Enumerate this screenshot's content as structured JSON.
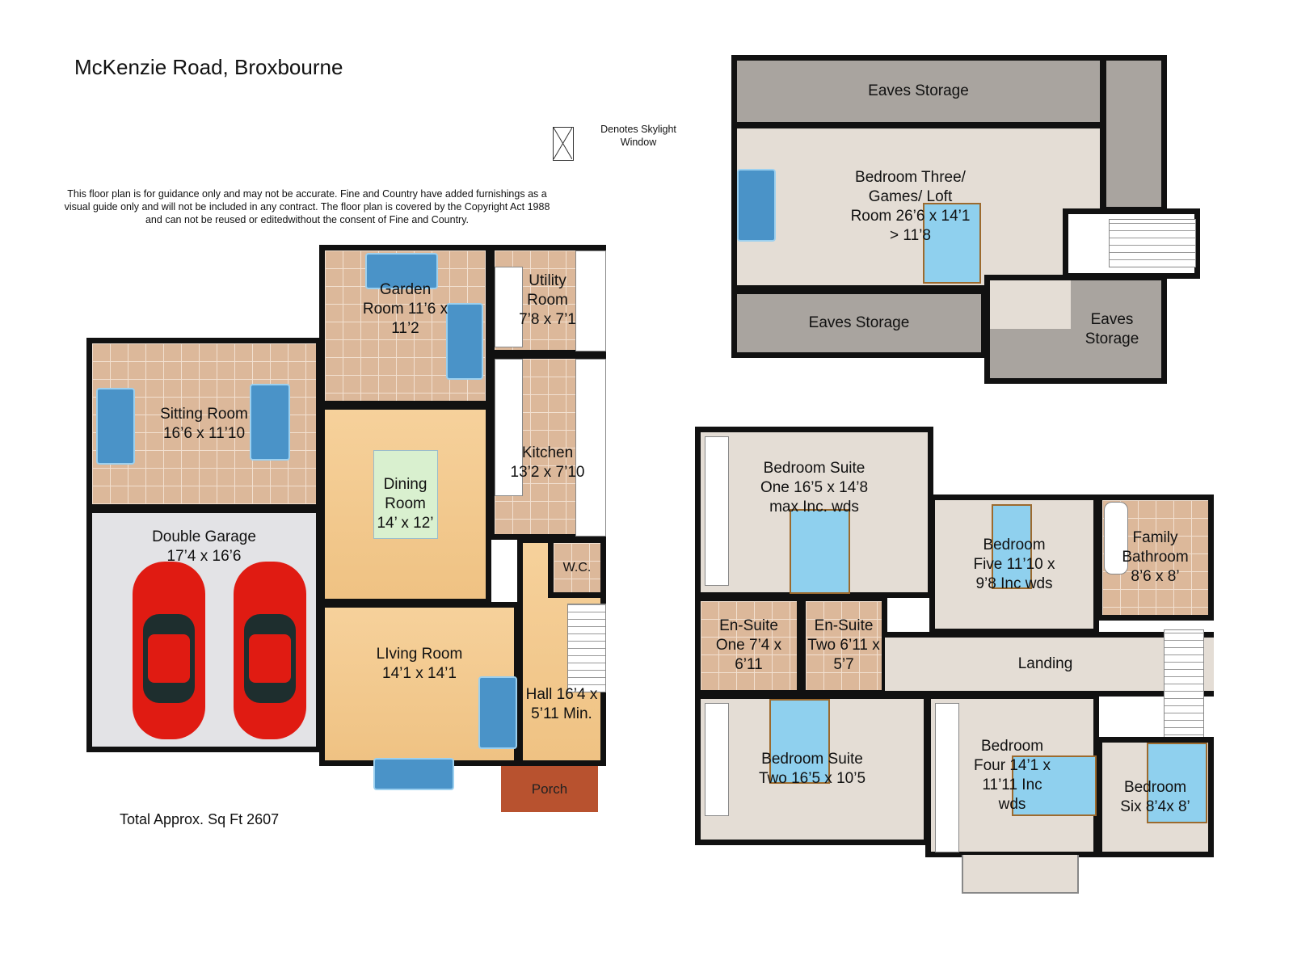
{
  "title": "McKenzie Road, Broxbourne",
  "disclaimer": "This floor plan is for guidance only and may not be accurate. Fine and Country have added furnishings as a visual guide only and will not be included in any contract. The floor plan is covered by the Copyright Act 1988 and can not be reused or editedwithout the consent of Fine and Country.",
  "skylight_legend": "Denotes Skylight Window",
  "total_area": "Total Approx. Sq Ft 2607",
  "ground": {
    "garden": "Garden Room 11’6 x 11’2",
    "utility": "Utility Room 7’8 x 7’1",
    "kitchen": "Kitchen 13’2 x 7’10",
    "sitting": "Sitting Room 16’6 x 11’10",
    "dining": "Dining Room 14’ x 12’",
    "garage": "Double Garage 17’4 x 16’6",
    "living": "LIving Room 14’1 x 14’1",
    "hall": "Hall 16’4 x 5’11 Min.",
    "wc": "W.C.",
    "porch": "Porch"
  },
  "loft": {
    "eaves_top": "Eaves Storage",
    "bedroom_three": "Bedroom Three/ Games/ Loft Room 26’6 x 14’1 > 11’8",
    "eaves_bottom": "Eaves Storage",
    "eaves_right": "Eaves Storage"
  },
  "first": {
    "suite_one": "Bedroom Suite One 16’5 x 14’8 max Inc. wds",
    "five": "Bedroom Five 11’10 x 9’8 Inc wds",
    "bathroom": "Family Bathroom 8’6 x 8’",
    "ensuite_one": "En-Suite One 7’4 x 6’11",
    "ensuite_two": "En-Suite Two 6’11 x 5’7",
    "landing": "Landing",
    "suite_two": "Bedroom Suite Two 16’5 x 10’5",
    "four": "Bedroom Four 14’1 x 11’11 Inc wds",
    "six": "Bedroom Six 8’4x 8’"
  },
  "colors": {
    "wall": "#111111",
    "tile": "#dcb89a",
    "wood": "#f2c98f",
    "carpet": "#e4ddd5",
    "eaves": "#a9a49f",
    "brick": "#b8522f",
    "car": "#e01b12"
  }
}
